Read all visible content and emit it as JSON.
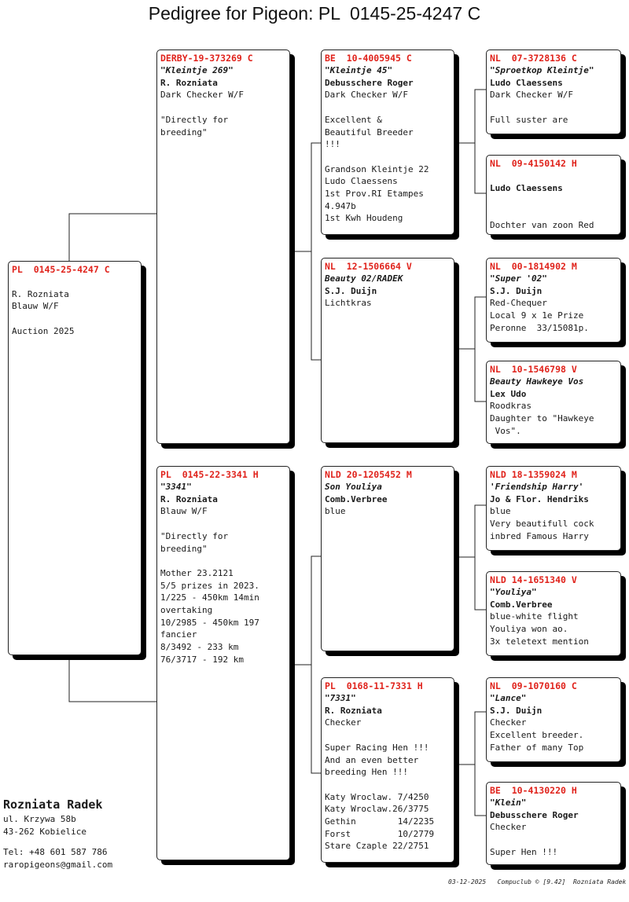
{
  "title": "Pedigree for Pigeon: PL  0145-25-4247 C",
  "boxes": {
    "subject": {
      "ring": "PL  0145-25-4247 C",
      "lines": [
        {
          "t": "",
          "s": ""
        },
        {
          "t": "R. Rozniata",
          "s": ""
        },
        {
          "t": "Blauw W/F",
          "s": ""
        },
        {
          "t": "",
          "s": ""
        },
        {
          "t": "Auction 2025",
          "s": ""
        }
      ]
    },
    "sire": {
      "ring": "DERBY-19-373269 C",
      "lines": [
        {
          "t": "\"Kleintje 269\"",
          "s": "bi"
        },
        {
          "t": "R. Rozniata",
          "s": "b"
        },
        {
          "t": "Dark Checker W/F",
          "s": ""
        },
        {
          "t": "",
          "s": ""
        },
        {
          "t": "\"Directly for",
          "s": ""
        },
        {
          "t": "breeding\"",
          "s": ""
        }
      ]
    },
    "dam": {
      "ring": "PL  0145-22-3341 H",
      "lines": [
        {
          "t": "\"3341\"",
          "s": "bi"
        },
        {
          "t": "R. Rozniata",
          "s": "b"
        },
        {
          "t": "Blauw W/F",
          "s": ""
        },
        {
          "t": "",
          "s": ""
        },
        {
          "t": "\"Directly for",
          "s": ""
        },
        {
          "t": "breeding\"",
          "s": ""
        },
        {
          "t": "",
          "s": ""
        },
        {
          "t": "Mother 23.2121",
          "s": ""
        },
        {
          "t": "5/5 prizes in 2023.",
          "s": ""
        },
        {
          "t": "1/225 - 450km 14min",
          "s": ""
        },
        {
          "t": "overtaking",
          "s": ""
        },
        {
          "t": "10/2985 - 450km 197",
          "s": ""
        },
        {
          "t": "fancier",
          "s": ""
        },
        {
          "t": "8/3492 - 233 km",
          "s": ""
        },
        {
          "t": "76/3717 - 192 km",
          "s": ""
        }
      ]
    },
    "gs1": {
      "ring": "BE  10-4005945 C",
      "lines": [
        {
          "t": "\"Kleintje 45\"",
          "s": "bi"
        },
        {
          "t": "Debusschere Roger",
          "s": "b"
        },
        {
          "t": "Dark Checker W/F",
          "s": ""
        },
        {
          "t": "",
          "s": ""
        },
        {
          "t": "Excellent &",
          "s": ""
        },
        {
          "t": "Beautiful Breeder",
          "s": ""
        },
        {
          "t": "!!!",
          "s": ""
        },
        {
          "t": "",
          "s": ""
        },
        {
          "t": "Grandson Kleintje 22",
          "s": ""
        },
        {
          "t": "Ludo Claessens",
          "s": ""
        },
        {
          "t": "1st Prov.RI Etampes",
          "s": ""
        },
        {
          "t": "4.947b",
          "s": ""
        },
        {
          "t": "1st Kwh Houdeng",
          "s": ""
        }
      ]
    },
    "gs2": {
      "ring": "NL  12-1506664 V",
      "lines": [
        {
          "t": "Beauty 02/RADEK",
          "s": "bi"
        },
        {
          "t": "S.J. Duijn",
          "s": "b"
        },
        {
          "t": "Lichtkras",
          "s": ""
        }
      ]
    },
    "gs3": {
      "ring": "NLD 20-1205452 M",
      "lines": [
        {
          "t": "Son Youliya",
          "s": "bi"
        },
        {
          "t": "Comb.Verbree",
          "s": "b"
        },
        {
          "t": "blue",
          "s": ""
        }
      ]
    },
    "gs4": {
      "ring": "PL  0168-11-7331 H",
      "lines": [
        {
          "t": "\"7331\"",
          "s": "bi"
        },
        {
          "t": "R. Rozniata",
          "s": "b"
        },
        {
          "t": "Checker",
          "s": ""
        },
        {
          "t": "",
          "s": ""
        },
        {
          "t": "Super Racing Hen !!!",
          "s": ""
        },
        {
          "t": "And an even better",
          "s": ""
        },
        {
          "t": "breeding Hen !!!",
          "s": ""
        },
        {
          "t": "",
          "s": ""
        },
        {
          "t": "Katy Wroclaw. 7/4250",
          "s": ""
        },
        {
          "t": "Katy Wroclaw.26/3775",
          "s": ""
        },
        {
          "t": "Gethin        14/2235",
          "s": ""
        },
        {
          "t": "Forst         10/2779",
          "s": ""
        },
        {
          "t": "Stare Czaple 22/2751",
          "s": ""
        }
      ]
    },
    "g1": {
      "ring": "NL  07-3728136 C",
      "lines": [
        {
          "t": "\"Sproetkop Kleintje\"",
          "s": "bi"
        },
        {
          "t": "Ludo Claessens",
          "s": "b"
        },
        {
          "t": "Dark Checker W/F",
          "s": ""
        },
        {
          "t": "",
          "s": ""
        },
        {
          "t": "Full suster are",
          "s": ""
        }
      ]
    },
    "g2": {
      "ring": "NL  09-4150142 H",
      "lines": [
        {
          "t": "",
          "s": ""
        },
        {
          "t": "Ludo Claessens",
          "s": "b"
        },
        {
          "t": "",
          "s": ""
        },
        {
          "t": "",
          "s": ""
        },
        {
          "t": "Dochter van zoon Red",
          "s": ""
        }
      ]
    },
    "g3": {
      "ring": "NL  00-1814902 M",
      "lines": [
        {
          "t": "\"Super '02\"",
          "s": "bi"
        },
        {
          "t": "S.J. Duijn",
          "s": "b"
        },
        {
          "t": "Red-Chequer",
          "s": ""
        },
        {
          "t": "Local 9 x 1e Prize",
          "s": ""
        },
        {
          "t": "Peronne  33/15081p.",
          "s": ""
        }
      ]
    },
    "g4": {
      "ring": "NL  10-1546798 V",
      "lines": [
        {
          "t": "Beauty Hawkeye Vos",
          "s": "bi"
        },
        {
          "t": "Lex Udo",
          "s": "b"
        },
        {
          "t": "Roodkras",
          "s": ""
        },
        {
          "t": "Daughter to \"Hawkeye",
          "s": ""
        },
        {
          "t": " Vos\".",
          "s": ""
        }
      ]
    },
    "g5": {
      "ring": "NLD 18-1359024 M",
      "lines": [
        {
          "t": "'Friendship Harry'",
          "s": "bi"
        },
        {
          "t": "Jo & Flor. Hendriks",
          "s": "b"
        },
        {
          "t": "blue",
          "s": ""
        },
        {
          "t": "Very beautifull cock",
          "s": ""
        },
        {
          "t": "inbred Famous Harry",
          "s": ""
        }
      ]
    },
    "g6": {
      "ring": "NLD 14-1651340 V",
      "lines": [
        {
          "t": "\"Youliya\"",
          "s": "bi"
        },
        {
          "t": "Comb.Verbree",
          "s": "b"
        },
        {
          "t": "blue-white flight",
          "s": ""
        },
        {
          "t": "Youliya won ao.",
          "s": ""
        },
        {
          "t": "3x teletext mention",
          "s": ""
        }
      ]
    },
    "g7": {
      "ring": "NL  09-1070160 C",
      "lines": [
        {
          "t": "\"Lance\"",
          "s": "bi"
        },
        {
          "t": "S.J. Duijn",
          "s": "b"
        },
        {
          "t": "Checker",
          "s": ""
        },
        {
          "t": "Excellent breeder.",
          "s": ""
        },
        {
          "t": "Father of many Top",
          "s": ""
        }
      ]
    },
    "g8": {
      "ring": "BE  10-4130220 H",
      "lines": [
        {
          "t": "\"Klein\"",
          "s": "bi"
        },
        {
          "t": "Debusschere Roger",
          "s": "b"
        },
        {
          "t": "Checker",
          "s": ""
        },
        {
          "t": "",
          "s": ""
        },
        {
          "t": "Super Hen !!!",
          "s": ""
        }
      ]
    }
  },
  "owner": {
    "name": "Rozniata Radek",
    "address1": "ul. Krzywa 58b",
    "address2": "43-262 Kobielice",
    "phone": "Tel: +48 601 587 786",
    "email": "raropigeons@gmail.com"
  },
  "footer": "03-12-2025   Compuclub © [9.42]  Rozniata Radek"
}
